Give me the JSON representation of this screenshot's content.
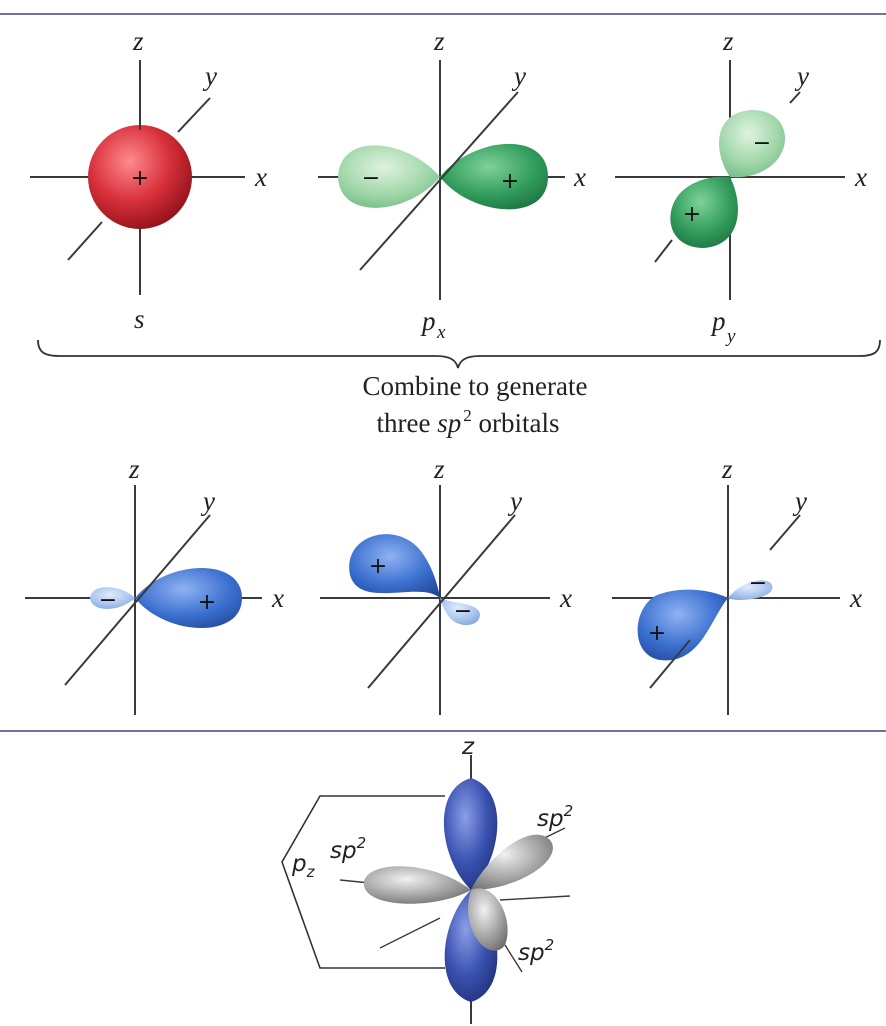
{
  "top_row": {
    "axis_labels": {
      "z": "z",
      "y": "y",
      "x": "x"
    },
    "orbitals": [
      {
        "label": "s",
        "subscript": "",
        "signs": [
          "+"
        ]
      },
      {
        "label": "p",
        "subscript": "x",
        "signs": [
          "−",
          "+"
        ]
      },
      {
        "label": "p",
        "subscript": "y",
        "signs": [
          "−",
          "+"
        ]
      }
    ]
  },
  "caption": {
    "line1": "Combine to generate",
    "line2_before": "three ",
    "line2_sp": "sp",
    "line2_sup": "2",
    "line2_after": " orbitals"
  },
  "sp2_row": {
    "axis_labels": {
      "z": "z",
      "y": "y",
      "x": "x"
    },
    "orbitals": [
      {
        "signs": [
          "−",
          "+"
        ]
      },
      {
        "signs": [
          "+",
          "−"
        ]
      },
      {
        "signs": [
          "−",
          "+"
        ]
      }
    ]
  },
  "model": {
    "z_label": "z",
    "pz_label": "p",
    "pz_subscript": "z",
    "hybrid_labels": [
      {
        "base": "sp",
        "sup": "2"
      },
      {
        "base": "sp",
        "sup": "2"
      },
      {
        "base": "sp",
        "sup": "2"
      }
    ]
  },
  "colors": {
    "s_orbital": "#d8303a",
    "p_orbital_dark": "#2f9a5a",
    "p_orbital_light": "#9fd6a8",
    "sp2_dark": "#3a6fcf",
    "sp2_light": "#a8c4ef",
    "model_blue": "#3a52b0",
    "model_gray": "#a9a9a9",
    "rule": "#44447a"
  }
}
